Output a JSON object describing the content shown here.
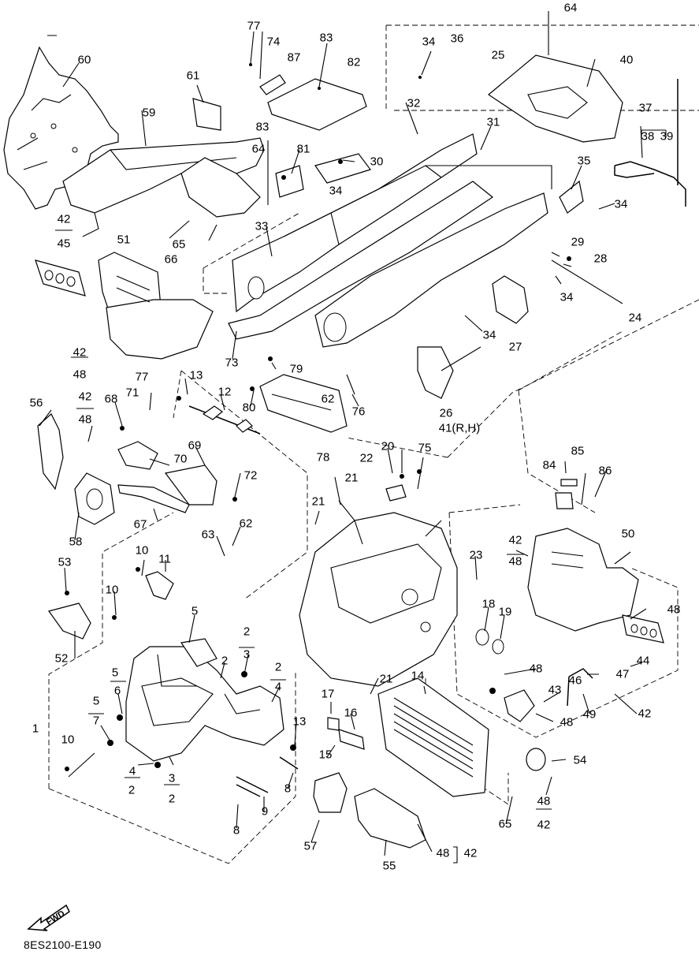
{
  "diagram": {
    "drawing_code": "8ES2100-E190",
    "fwd_label": "FWD",
    "callouts": [
      {
        "id": "c64a",
        "text": "64"
      },
      {
        "id": "c77a",
        "text": "77"
      },
      {
        "id": "c74",
        "text": "74"
      },
      {
        "id": "c83a",
        "text": "83"
      },
      {
        "id": "c87",
        "text": "87"
      },
      {
        "id": "c82",
        "text": "82"
      },
      {
        "id": "c34a",
        "text": "34"
      },
      {
        "id": "c36",
        "text": "36"
      },
      {
        "id": "c25",
        "text": "25"
      },
      {
        "id": "c40",
        "text": "40"
      },
      {
        "id": "c60",
        "text": "60"
      },
      {
        "id": "c61",
        "text": "61"
      },
      {
        "id": "c59",
        "text": "59"
      },
      {
        "id": "c83b",
        "text": "83"
      },
      {
        "id": "c81",
        "text": "81"
      },
      {
        "id": "c32",
        "text": "32"
      },
      {
        "id": "c31",
        "text": "31"
      },
      {
        "id": "c37",
        "text": "37"
      },
      {
        "id": "c38",
        "text": "38"
      },
      {
        "id": "c39",
        "text": "39"
      },
      {
        "id": "c64b",
        "text": "64"
      },
      {
        "id": "c30",
        "text": "30"
      },
      {
        "id": "c34b",
        "text": "34"
      },
      {
        "id": "c35",
        "text": "35"
      },
      {
        "id": "c34c",
        "text": "34"
      },
      {
        "id": "c42a",
        "text": "42"
      },
      {
        "id": "c45",
        "text": "45"
      },
      {
        "id": "c65a",
        "text": "65"
      },
      {
        "id": "c66",
        "text": "66"
      },
      {
        "id": "c33",
        "text": "33"
      },
      {
        "id": "c29",
        "text": "29"
      },
      {
        "id": "c28",
        "text": "28"
      },
      {
        "id": "c51",
        "text": "51"
      },
      {
        "id": "c34d",
        "text": "34"
      },
      {
        "id": "c24",
        "text": "24"
      },
      {
        "id": "c34e",
        "text": "34"
      },
      {
        "id": "c27",
        "text": "27"
      },
      {
        "id": "c42b",
        "text": "42"
      },
      {
        "id": "c48a",
        "text": "48"
      },
      {
        "id": "c73",
        "text": "73"
      },
      {
        "id": "c79",
        "text": "79"
      },
      {
        "id": "c77b",
        "text": "77"
      },
      {
        "id": "c13a",
        "text": "13"
      },
      {
        "id": "c42c",
        "text": "42"
      },
      {
        "id": "c48b",
        "text": "48"
      },
      {
        "id": "c68",
        "text": "68"
      },
      {
        "id": "c71",
        "text": "71"
      },
      {
        "id": "c12",
        "text": "12"
      },
      {
        "id": "c80",
        "text": "80"
      },
      {
        "id": "c62a",
        "text": "62"
      },
      {
        "id": "c76",
        "text": "76"
      },
      {
        "id": "c26",
        "text": "26"
      },
      {
        "id": "c41",
        "text": "41(R,H)"
      },
      {
        "id": "c56",
        "text": "56"
      },
      {
        "id": "c69",
        "text": "69"
      },
      {
        "id": "c70",
        "text": "70"
      },
      {
        "id": "c72",
        "text": "72"
      },
      {
        "id": "c78",
        "text": "78"
      },
      {
        "id": "c20",
        "text": "20"
      },
      {
        "id": "c75",
        "text": "75"
      },
      {
        "id": "c22",
        "text": "22"
      },
      {
        "id": "c21a",
        "text": "21"
      },
      {
        "id": "c85",
        "text": "85"
      },
      {
        "id": "c84",
        "text": "84"
      },
      {
        "id": "c86",
        "text": "86"
      },
      {
        "id": "c21b",
        "text": "21"
      },
      {
        "id": "c67",
        "text": "67"
      },
      {
        "id": "c58",
        "text": "58"
      },
      {
        "id": "c63",
        "text": "63"
      },
      {
        "id": "c62b",
        "text": "62"
      },
      {
        "id": "c50",
        "text": "50"
      },
      {
        "id": "c42d",
        "text": "42"
      },
      {
        "id": "c48c",
        "text": "48"
      },
      {
        "id": "c10a",
        "text": "10"
      },
      {
        "id": "c11",
        "text": "11"
      },
      {
        "id": "c53",
        "text": "53"
      },
      {
        "id": "c23",
        "text": "23"
      },
      {
        "id": "c10b",
        "text": "10"
      },
      {
        "id": "c5a",
        "text": "5"
      },
      {
        "id": "c48d",
        "text": "48"
      },
      {
        "id": "c18",
        "text": "18"
      },
      {
        "id": "c19",
        "text": "19"
      },
      {
        "id": "c52",
        "text": "52"
      },
      {
        "id": "c44",
        "text": "44"
      },
      {
        "id": "c2a",
        "text": "2"
      },
      {
        "id": "c3a",
        "text": "3"
      },
      {
        "id": "c2b",
        "text": "2"
      },
      {
        "id": "c5b",
        "text": "5"
      },
      {
        "id": "c6",
        "text": "6"
      },
      {
        "id": "c2c",
        "text": "2"
      },
      {
        "id": "c4a",
        "text": "4"
      },
      {
        "id": "c48e",
        "text": "48"
      },
      {
        "id": "c47",
        "text": "47"
      },
      {
        "id": "c21c",
        "text": "21"
      },
      {
        "id": "c14",
        "text": "14"
      },
      {
        "id": "c43",
        "text": "43"
      },
      {
        "id": "c46",
        "text": "46"
      },
      {
        "id": "c5c",
        "text": "5"
      },
      {
        "id": "c7",
        "text": "7"
      },
      {
        "id": "c17",
        "text": "17"
      },
      {
        "id": "c48f",
        "text": "48"
      },
      {
        "id": "c49",
        "text": "49"
      },
      {
        "id": "c42e",
        "text": "42"
      },
      {
        "id": "c1",
        "text": "1"
      },
      {
        "id": "c13b",
        "text": "13"
      },
      {
        "id": "c16",
        "text": "16"
      },
      {
        "id": "c10c",
        "text": "10"
      },
      {
        "id": "c15",
        "text": "15"
      },
      {
        "id": "c54",
        "text": "54"
      },
      {
        "id": "c4b",
        "text": "4"
      },
      {
        "id": "c2d",
        "text": "2"
      },
      {
        "id": "c3b",
        "text": "3"
      },
      {
        "id": "c2e",
        "text": "2"
      },
      {
        "id": "c8a",
        "text": "8"
      },
      {
        "id": "c48g",
        "text": "48"
      },
      {
        "id": "c42f",
        "text": "42"
      },
      {
        "id": "c9",
        "text": "9"
      },
      {
        "id": "c65b",
        "text": "65"
      },
      {
        "id": "c8b",
        "text": "8"
      },
      {
        "id": "c57",
        "text": "57"
      },
      {
        "id": "c48h",
        "text": "48"
      },
      {
        "id": "c42g",
        "text": "42"
      },
      {
        "id": "c55",
        "text": "55"
      }
    ]
  }
}
